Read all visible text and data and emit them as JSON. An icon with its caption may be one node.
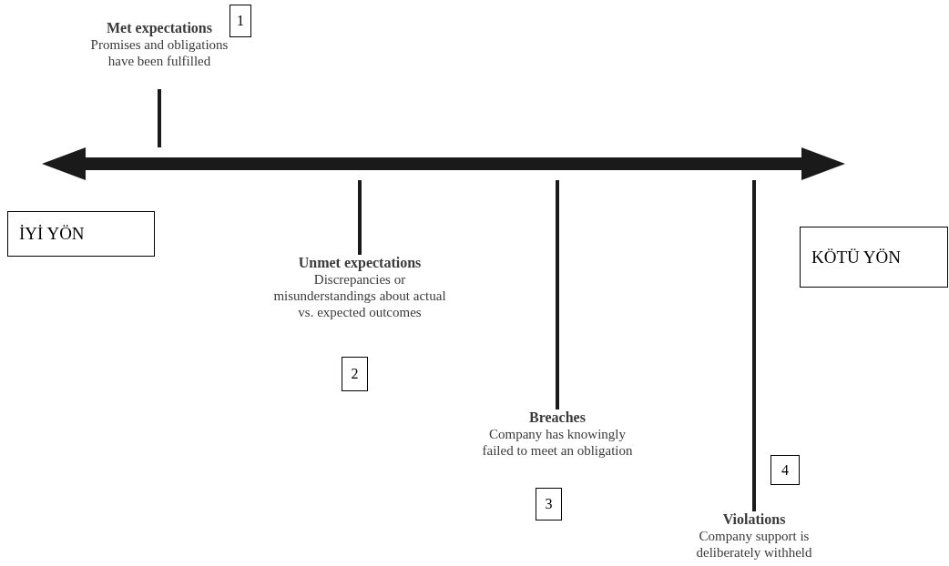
{
  "diagram": {
    "nodes": [
      {
        "text": [
          "Met expectations",
          "Promises and obligations have been fulfilled"
        ]
      },
      {
        "text": [
          "1"
        ]
      },
      {
        "text": [
          "İYİ YÖN"
        ]
      },
      {
        "text": [],
        "shape": "bar"
      },
      {
        "text": [
          "Unmet expectations",
          "Discrepancies or misunderstandings about actual vs. expected outcomes"
        ]
      },
      {
        "text": [
          "KÖTÜ YÖN"
        ]
      },
      {
        "text": [
          "2"
        ]
      },
      {
        "text": [
          "Breaches",
          "Company has knowingly failed to meet an obligation"
        ]
      },
      {
        "text": [
          "3"
        ]
      },
      {
        "text": [
          "4"
        ]
      },
      {
        "text": [
          "Violations",
          "Company support is deliberately withheld"
        ]
      }
    ],
    "edges": [
      {
        "from": 0,
        "to": 3,
        "arrow": "none"
      },
      {
        "from": 4,
        "to": 3,
        "arrow": "none"
      },
      {
        "from": 7,
        "to": 3,
        "arrow": "none"
      },
      {
        "from": 10,
        "to": 3,
        "arrow": "none"
      }
    ]
  }
}
